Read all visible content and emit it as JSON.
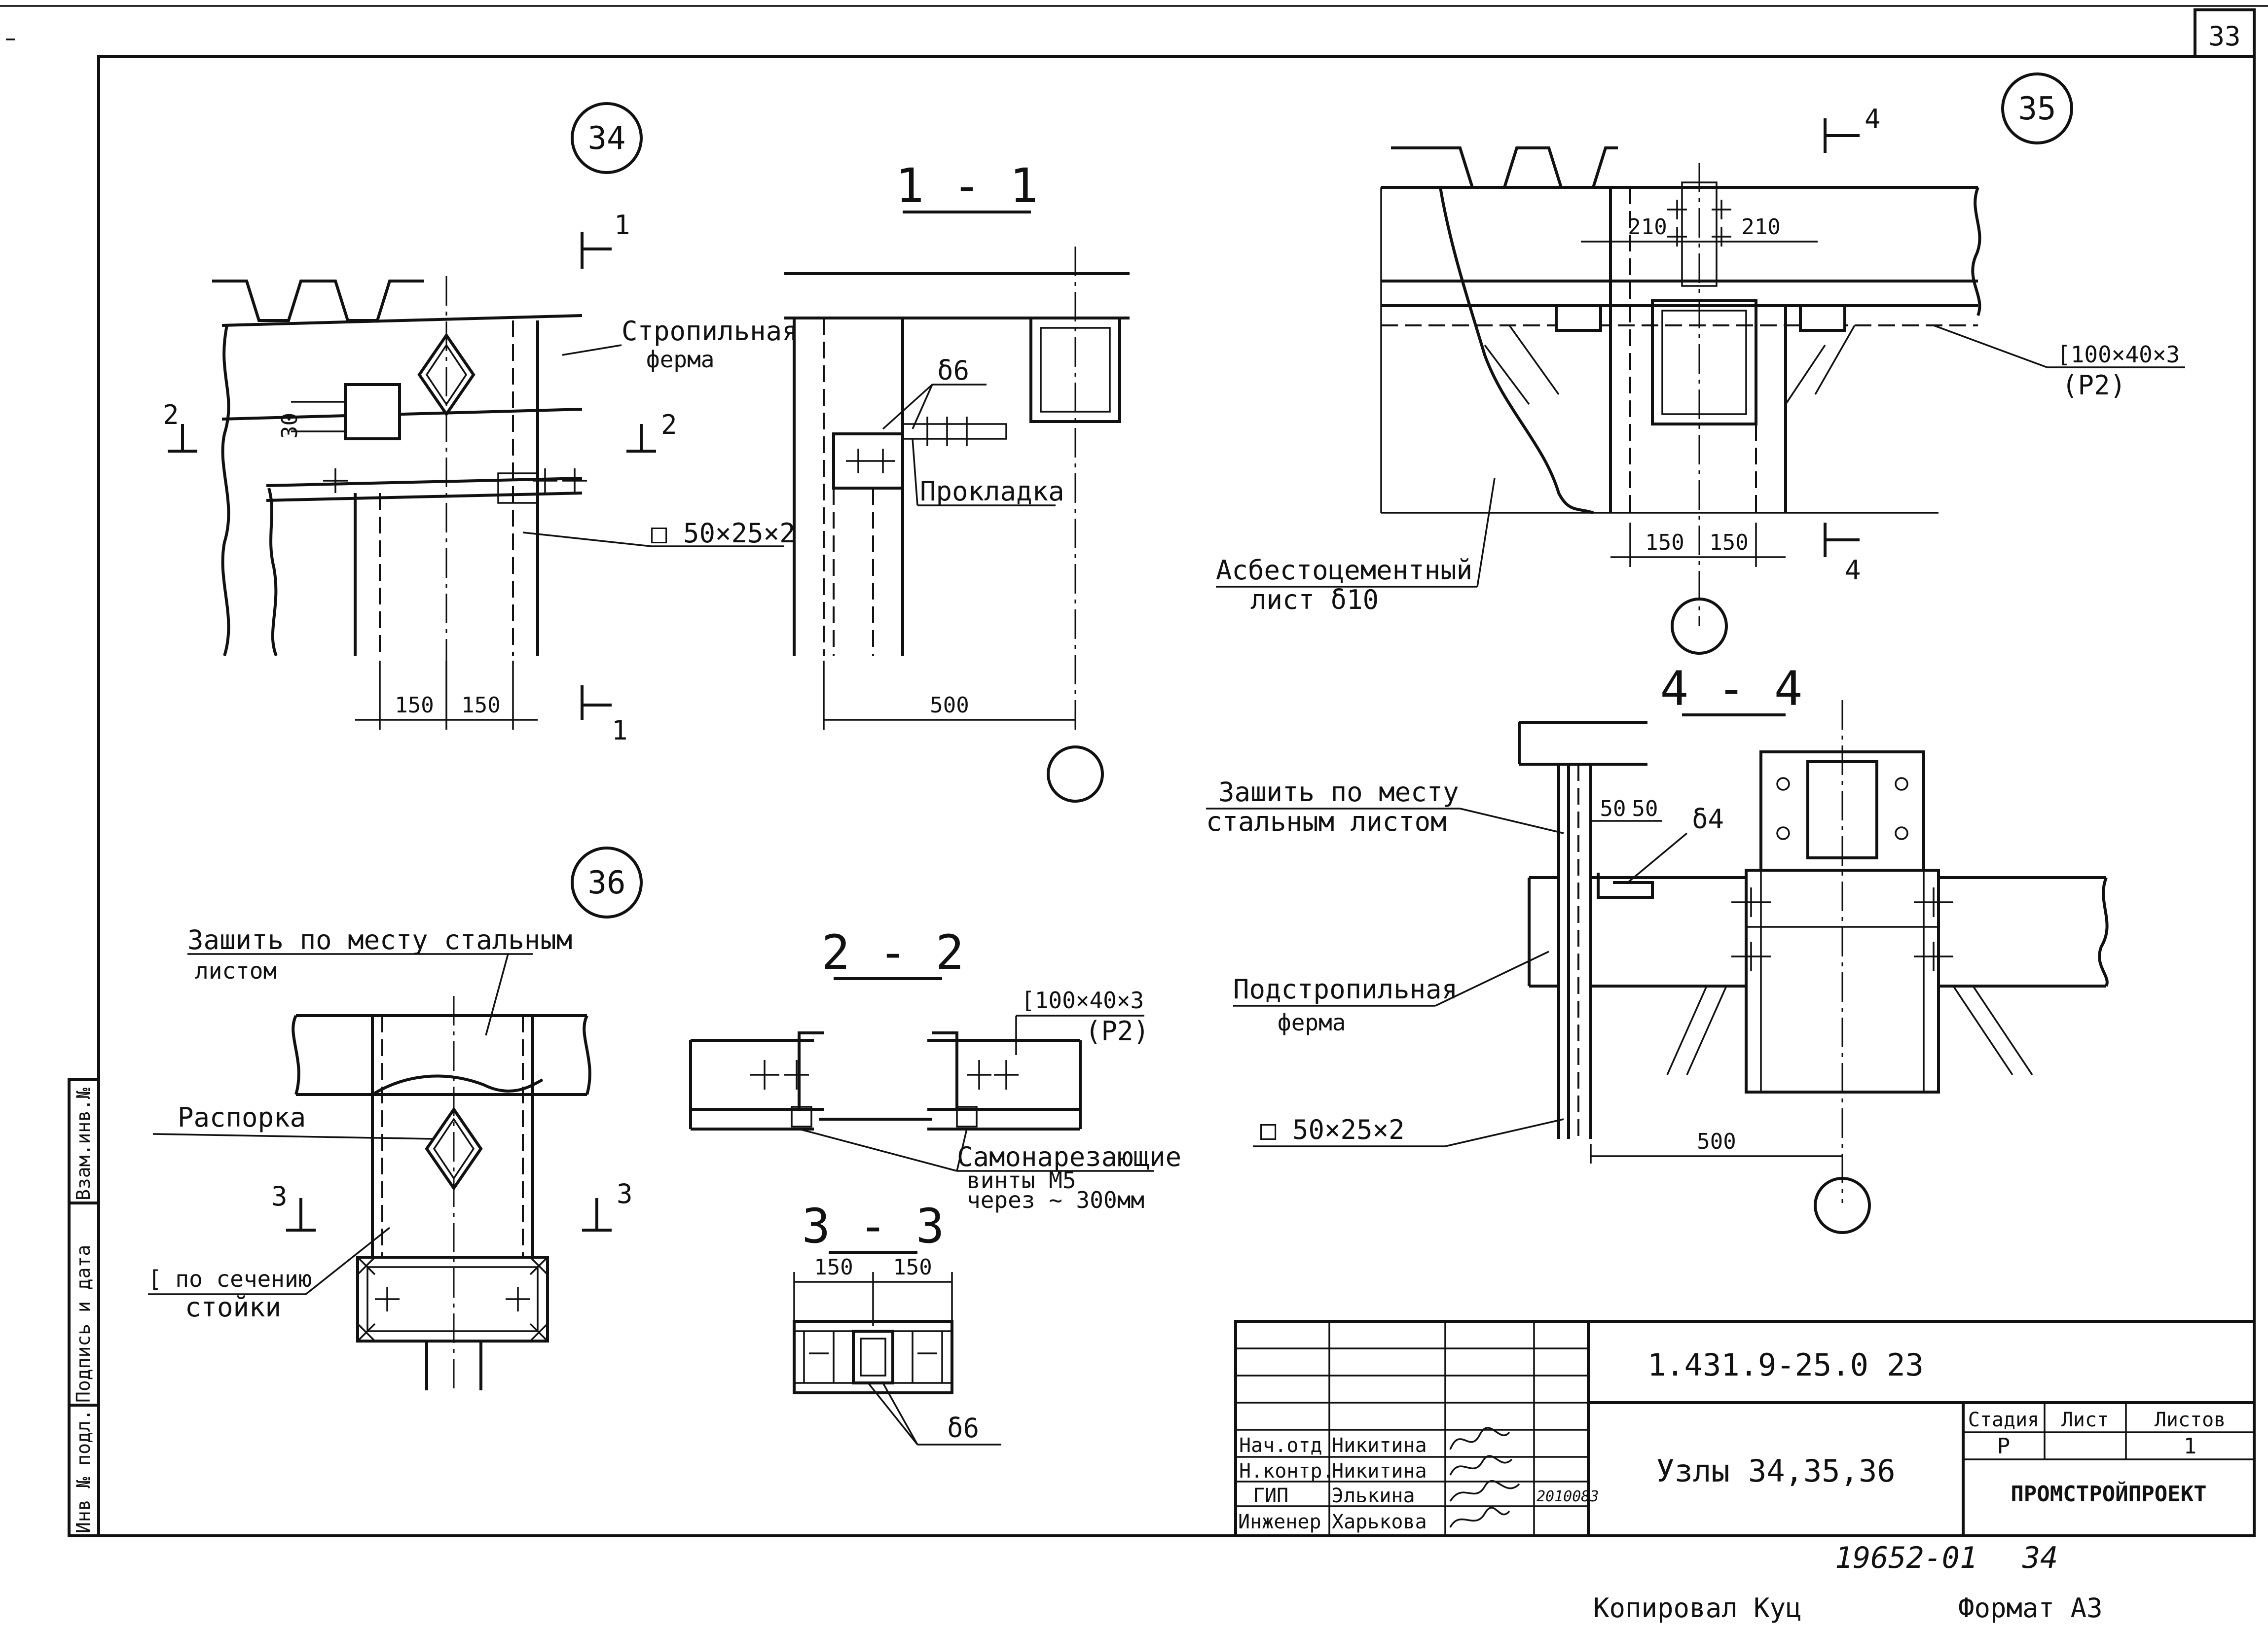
{
  "sheet": {
    "sheet_number": "33",
    "drawing_code": "1.431.9-25.0 23",
    "title": "Узлы 34,35,36",
    "archive_number": "19652-01",
    "archive_page": "34",
    "copied_by": "Копировал Куц",
    "format": "Формат А3"
  },
  "side_stamp": [
    "Инв № подл.",
    "Подпись и дата",
    "Взам.инв.№"
  ],
  "title_block": {
    "stage_header": "Стадия",
    "sheet_header": "Лист",
    "sheets_header": "Листов",
    "stage": "Р",
    "sheets": "1",
    "organization": "ПРОМСТРОЙПРОЕКТ",
    "date": "2010083",
    "signers": [
      {
        "role": "Нач.отд",
        "name": "Никитина"
      },
      {
        "role": "Н.контр.",
        "name": "Никитина"
      },
      {
        "role": "ГИП",
        "name": "Элькина"
      },
      {
        "role": "Инженер",
        "name": "Харькова"
      }
    ]
  },
  "node34": {
    "number": "34",
    "label_truss_1": "Стропильная",
    "label_truss_2": "ферма",
    "label_tube": "□ 50×25×2",
    "dim_30": "30",
    "dim_left": "150",
    "dim_right": "150",
    "cut_1": "1",
    "cut_2": "2"
  },
  "section11": {
    "title": "1 - 1",
    "label_plate": "δ6",
    "label_gasket": "Прокладка",
    "dim": "500"
  },
  "node35": {
    "number": "35",
    "dim_210a": "210",
    "dim_210b": "210",
    "dim_150a": "150",
    "dim_150b": "150",
    "label_channel_1": "[100×40×3",
    "label_channel_2": "(Р2)",
    "label_sheet_1": "Асбестоцементный",
    "label_sheet_2": "лист  δ10",
    "cut_4": "4"
  },
  "section44": {
    "title": "4 - 4",
    "label_sew_1": "Зашить по месту",
    "label_sew_2": "стальным листом",
    "dim_50a": "50",
    "dim_50b": "50",
    "label_s4": "δ4",
    "label_truss_1": "Подстропильная",
    "label_truss_2": "ферма",
    "label_tube": "□ 50×25×2",
    "dim": "500"
  },
  "node36": {
    "number": "36",
    "label_sew_1": "Зашить по месту стальным",
    "label_sew_2": "листом",
    "label_strut": "Распорка",
    "label_channel_1": "[ по сечению",
    "label_channel_2": "стойки",
    "cut_3": "3"
  },
  "section22": {
    "title": "2 - 2",
    "label_channel_1": "[100×40×3",
    "label_channel_2": "(Р2)",
    "label_screws_1": "Самонарезающие",
    "label_screws_2": "винты  М5",
    "label_screws_3": "через ~ 300мм"
  },
  "section33": {
    "title": "3 - 3",
    "dim_a": "150",
    "dim_b": "150",
    "label_plate": "δ6"
  }
}
